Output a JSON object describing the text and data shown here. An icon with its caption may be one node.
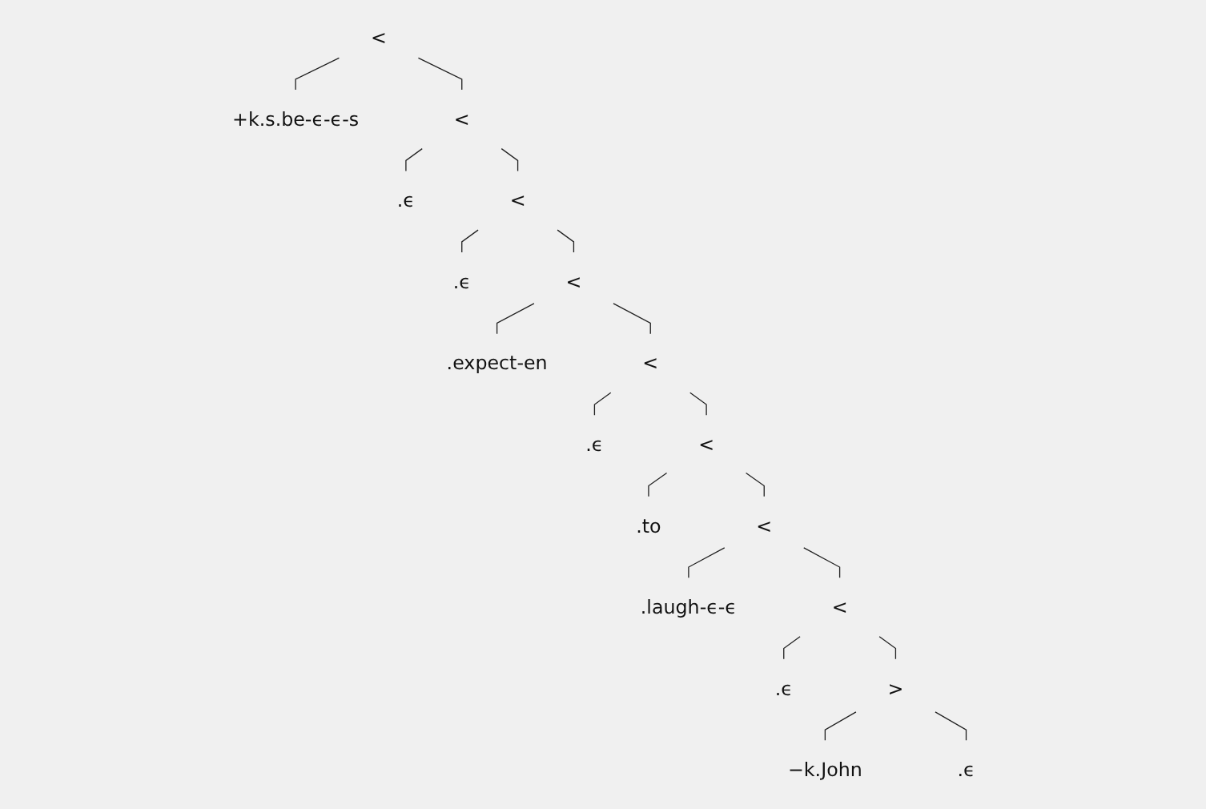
{
  "diagram": {
    "nodes": [
      {
        "text": [
          "<"
        ]
      },
      {
        "text": [
          "+k.s.be-ϵ-ϵ-s"
        ]
      },
      {
        "text": [
          "<"
        ]
      },
      {
        "text": [
          ".ϵ"
        ]
      },
      {
        "text": [
          "<"
        ]
      },
      {
        "text": [
          ".ϵ"
        ]
      },
      {
        "text": [
          "<"
        ]
      },
      {
        "text": [
          ".expect-en"
        ]
      },
      {
        "text": [
          "<"
        ]
      },
      {
        "text": [
          ".ϵ"
        ]
      },
      {
        "text": [
          "<"
        ]
      },
      {
        "text": [
          ".to"
        ]
      },
      {
        "text": [
          "<"
        ]
      },
      {
        "text": [
          ".laugh-ϵ-ϵ"
        ]
      },
      {
        "text": [
          "<"
        ]
      },
      {
        "text": [
          ".ϵ"
        ]
      },
      {
        "text": [
          ">"
        ]
      },
      {
        "text": [
          "−k.John"
        ]
      },
      {
        "text": [
          ".ϵ"
        ]
      }
    ],
    "edges": [
      {
        "from": 0,
        "to": 1,
        "arrow": "none"
      },
      {
        "from": 0,
        "to": 2,
        "arrow": "none"
      },
      {
        "from": 2,
        "to": 3,
        "arrow": "none"
      },
      {
        "from": 2,
        "to": 4,
        "arrow": "none"
      },
      {
        "from": 4,
        "to": 5,
        "arrow": "none"
      },
      {
        "from": 4,
        "to": 6,
        "arrow": "none"
      },
      {
        "from": 6,
        "to": 7,
        "arrow": "none"
      },
      {
        "from": 6,
        "to": 8,
        "arrow": "none"
      },
      {
        "from": 8,
        "to": 9,
        "arrow": "none"
      },
      {
        "from": 8,
        "to": 10,
        "arrow": "none"
      },
      {
        "from": 10,
        "to": 11,
        "arrow": "none"
      },
      {
        "from": 10,
        "to": 12,
        "arrow": "none"
      },
      {
        "from": 12,
        "to": 13,
        "arrow": "none"
      },
      {
        "from": 12,
        "to": 14,
        "arrow": "none"
      },
      {
        "from": 14,
        "to": 15,
        "arrow": "none"
      },
      {
        "from": 14,
        "to": 16,
        "arrow": "none"
      },
      {
        "from": 16,
        "to": 17,
        "arrow": "none"
      },
      {
        "from": 16,
        "to": 18,
        "arrow": "none"
      }
    ]
  }
}
